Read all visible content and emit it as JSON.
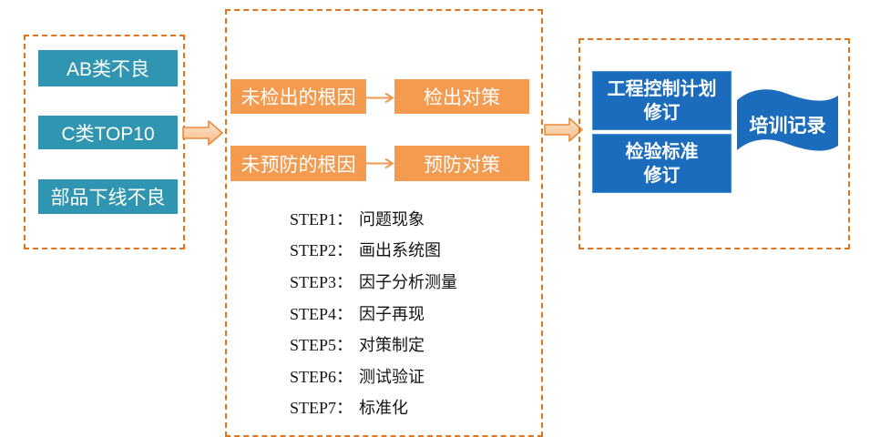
{
  "colors": {
    "dashed_border": "#e2731d",
    "teal_box_fill": "#3095b0",
    "orange_box_fill": "#f49b50",
    "blue_box_fill": "#1b6cbd",
    "block_arrow_fill_top": "#fde4cb",
    "block_arrow_fill_bottom": "#f8bc89",
    "block_arrow_stroke": "#e78b3c",
    "thin_arrow_stroke": "#f09a50",
    "box_text": "#ffffff",
    "step_text": "#141414"
  },
  "left_panel": {
    "items": [
      "AB类不良",
      "C类TOP10",
      "部品下线不良"
    ]
  },
  "middle_panel": {
    "root_cause_rows": [
      {
        "cause": "未检出的根因",
        "countermeasure": "检出对策"
      },
      {
        "cause": "未预防的根因",
        "countermeasure": "预防对策"
      }
    ],
    "steps": [
      {
        "prefix": "STEP1：",
        "label": "问题现象"
      },
      {
        "prefix": "STEP2：",
        "label": "画出系统图"
      },
      {
        "prefix": "STEP3：",
        "label": "因子分析测量"
      },
      {
        "prefix": "STEP4：",
        "label": "因子再现"
      },
      {
        "prefix": "STEP5：",
        "label": "对策制定"
      },
      {
        "prefix": "STEP6：",
        "label": "测试验证"
      },
      {
        "prefix": "STEP7：",
        "label": "标准化"
      }
    ]
  },
  "right_panel": {
    "boxes": [
      {
        "line1": "工程控制计划",
        "line2": "修订"
      },
      {
        "line1": "检验标准",
        "line2": "修订"
      }
    ],
    "flag_label": "培训记录"
  }
}
